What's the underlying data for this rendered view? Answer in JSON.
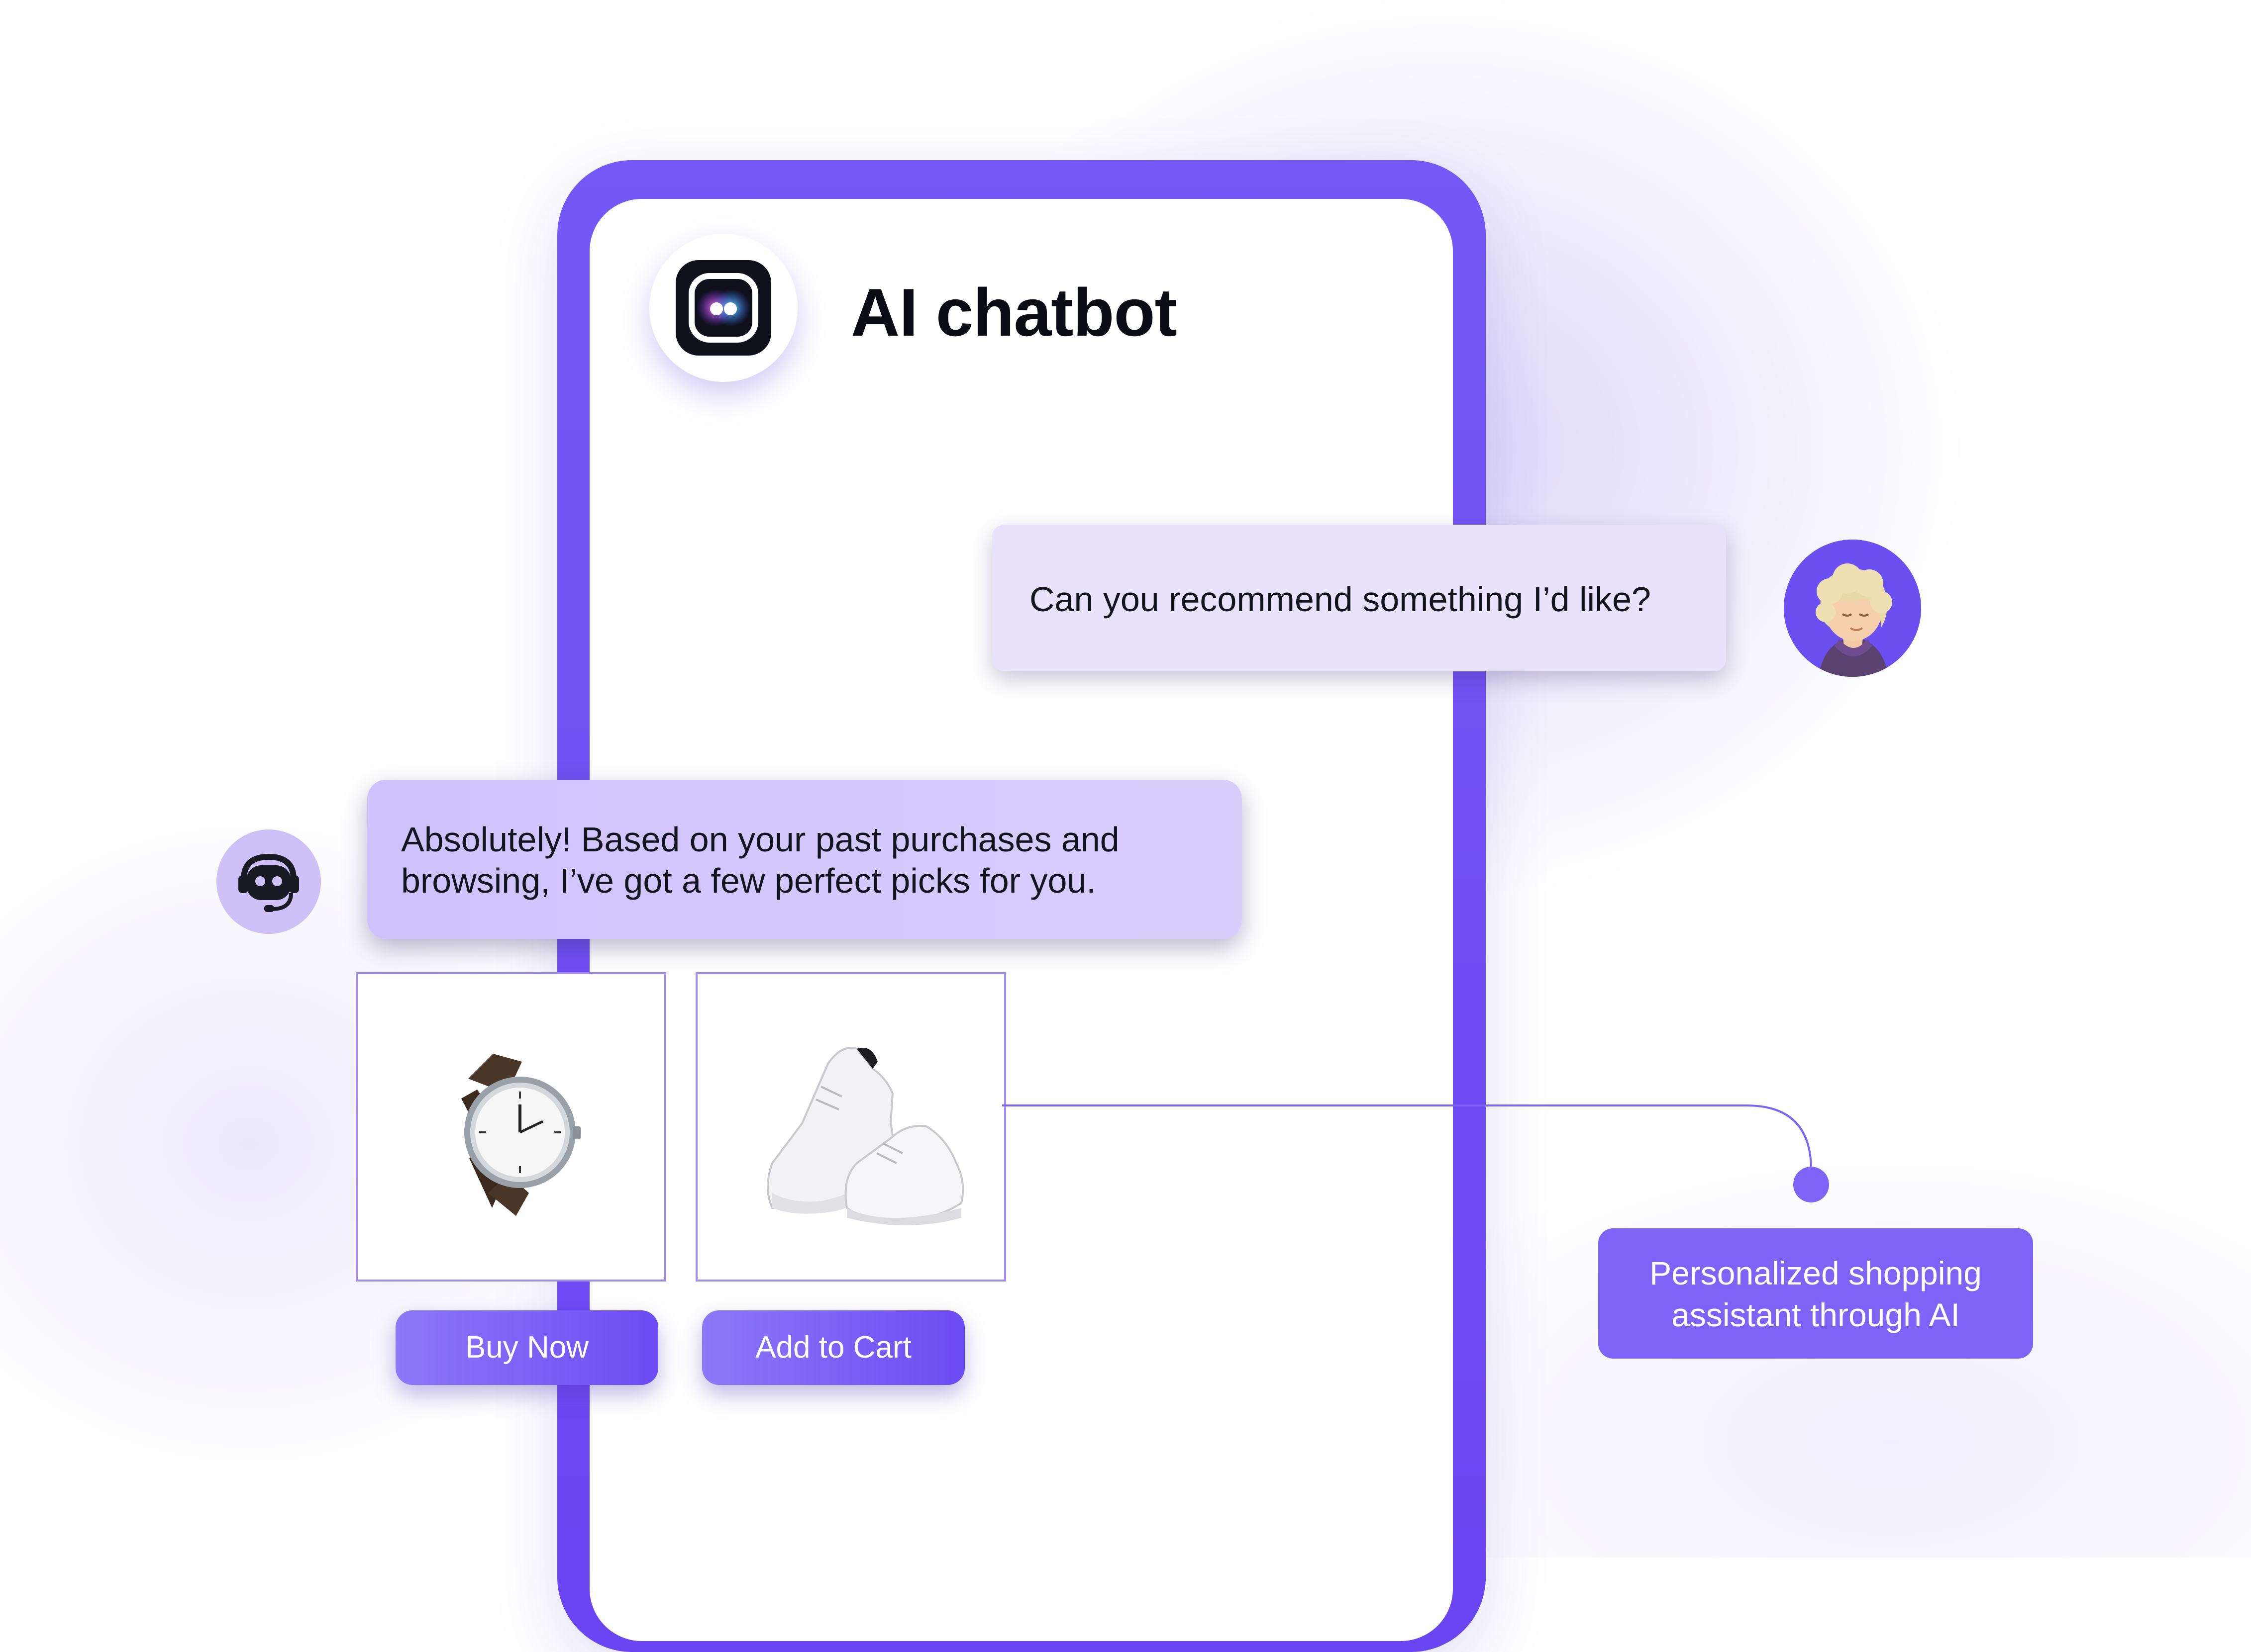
{
  "app": {
    "title": "AI chatbot",
    "logo_icon": "chatbot-logo-icon"
  },
  "chat": {
    "user_message": "Can you recommend something I’d like?",
    "bot_message_line1": "Absolutely! Based on your past purchases and",
    "bot_message_line2": "browsing, I’ve got a few perfect picks for you.",
    "user_avatar_icon": "user-avatar-icon",
    "bot_avatar_icon": "robot-headset-icon"
  },
  "products": [
    {
      "image_icon": "wristwatch-image",
      "action_label": "Buy Now"
    },
    {
      "image_icon": "white-sneakers-image",
      "action_label": "Add to Cart"
    }
  ],
  "callout": {
    "line1": "Personalized shopping",
    "line2": "assistant through AI"
  },
  "colors": {
    "primary": "#6c4cf4",
    "user_bubble": "#e8e2fb",
    "bot_bubble": "#d3c8fc",
    "callout": "#7d63f6"
  }
}
